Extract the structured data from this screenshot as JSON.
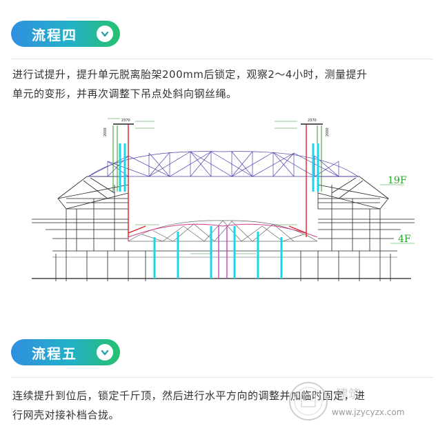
{
  "section4": {
    "title": "流程四",
    "paragraph_line1": "进行试提升，提升单元脱离胎架200mm后锁定，观察2～4小时，测量提升",
    "paragraph_line2": "单元的变形，并再次调整下吊点处斜向钢丝绳。"
  },
  "diagram": {
    "floor_19": "19F",
    "floor_4": "4F",
    "dim_top_left": "2370",
    "dim_top_right": "2370",
    "dim_side_left": "2000",
    "dim_side_right": "2000"
  },
  "section5": {
    "title": "流程五",
    "paragraph_line1": "连续提升到位后，锁定千斤顶，然后进行水平方向的调整并加临时固定，进",
    "paragraph_line2": "行网壳对接补档合拢。"
  },
  "watermark": {
    "text": "建筑",
    "url": "www.jzycyzx.com"
  }
}
